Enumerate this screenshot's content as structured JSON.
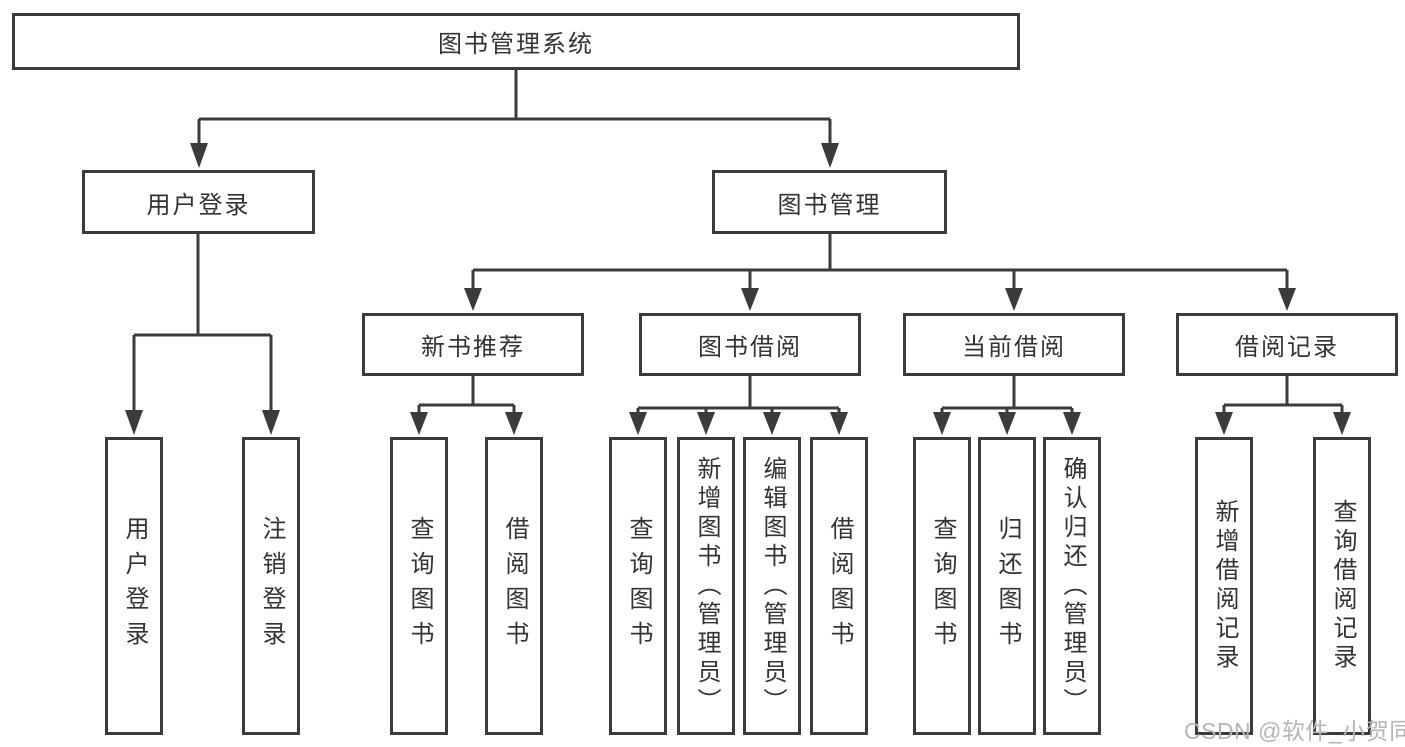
{
  "tree": {
    "root": {
      "label": "图书管理系统"
    },
    "level2": [
      {
        "label": "用户登录"
      },
      {
        "label": "图书管理"
      }
    ],
    "level3": [
      {
        "label": "新书推荐",
        "parent": "图书管理"
      },
      {
        "label": "图书借阅",
        "parent": "图书管理"
      },
      {
        "label": "当前借阅",
        "parent": "图书管理"
      },
      {
        "label": "借阅记录",
        "parent": "图书管理"
      }
    ],
    "leaves": [
      {
        "label": "用户登录",
        "parent": "用户登录"
      },
      {
        "label": "注销登录",
        "parent": "用户登录"
      },
      {
        "label": "查询图书",
        "parent": "新书推荐"
      },
      {
        "label": "借阅图书",
        "parent": "新书推荐"
      },
      {
        "label": "查询图书",
        "parent": "图书借阅"
      },
      {
        "label": "新增图书（管理员）",
        "parent": "图书借阅"
      },
      {
        "label": "编辑图书（管理员）",
        "parent": "图书借阅"
      },
      {
        "label": "借阅图书",
        "parent": "图书借阅"
      },
      {
        "label": "查询图书",
        "parent": "当前借阅"
      },
      {
        "label": "归还图书",
        "parent": "当前借阅"
      },
      {
        "label": "确认归还（管理员）",
        "parent": "当前借阅"
      },
      {
        "label": "新增借阅记录",
        "parent": "借阅记录"
      },
      {
        "label": "查询借阅记录",
        "parent": "借阅记录"
      }
    ]
  },
  "watermark": {
    "text": "CSDN @软件_小贺同学"
  },
  "colors": {
    "line": "#3b3b3b",
    "box_border": "#3b3b3b",
    "text": "#333333",
    "watermark": "#b5b5b5",
    "background": "#ffffff"
  }
}
